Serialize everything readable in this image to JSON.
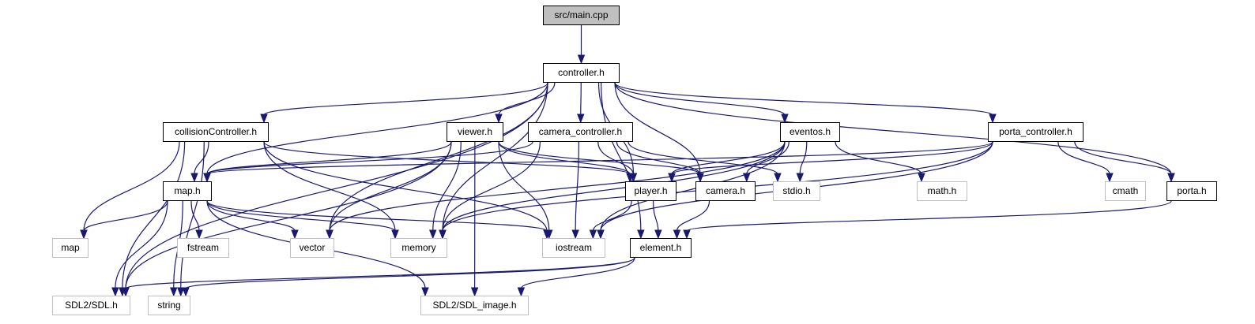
{
  "diagram": {
    "nodes": [
      {
        "id": "main",
        "label": "src/main.cpp",
        "kind": "root"
      },
      {
        "id": "controller",
        "label": "controller.h",
        "kind": "local"
      },
      {
        "id": "collisionController",
        "label": "collisionController.h",
        "kind": "local"
      },
      {
        "id": "viewer",
        "label": "viewer.h",
        "kind": "local"
      },
      {
        "id": "camera_controller",
        "label": "camera_controller.h",
        "kind": "local"
      },
      {
        "id": "eventos",
        "label": "eventos.h",
        "kind": "local"
      },
      {
        "id": "porta_controller",
        "label": "porta_controller.h",
        "kind": "local"
      },
      {
        "id": "map_h",
        "label": "map.h",
        "kind": "local"
      },
      {
        "id": "player",
        "label": "player.h",
        "kind": "local"
      },
      {
        "id": "camera",
        "label": "camera.h",
        "kind": "local"
      },
      {
        "id": "stdio",
        "label": "stdio.h",
        "kind": "system"
      },
      {
        "id": "math",
        "label": "math.h",
        "kind": "system"
      },
      {
        "id": "cmath",
        "label": "cmath",
        "kind": "system"
      },
      {
        "id": "porta",
        "label": "porta.h",
        "kind": "local"
      },
      {
        "id": "map",
        "label": "map",
        "kind": "system"
      },
      {
        "id": "fstream",
        "label": "fstream",
        "kind": "system"
      },
      {
        "id": "vector",
        "label": "vector",
        "kind": "system"
      },
      {
        "id": "memory",
        "label": "memory",
        "kind": "system"
      },
      {
        "id": "iostream",
        "label": "iostream",
        "kind": "system"
      },
      {
        "id": "element",
        "label": "element.h",
        "kind": "local"
      },
      {
        "id": "sdl",
        "label": "SDL2/SDL.h",
        "kind": "system"
      },
      {
        "id": "string",
        "label": "string",
        "kind": "system"
      },
      {
        "id": "sdl_image",
        "label": "SDL2/SDL_image.h",
        "kind": "system"
      }
    ],
    "edges": [
      [
        "main",
        "controller"
      ],
      [
        "controller",
        "collisionController"
      ],
      [
        "controller",
        "viewer"
      ],
      [
        "controller",
        "camera_controller"
      ],
      [
        "controller",
        "eventos"
      ],
      [
        "controller",
        "porta_controller"
      ],
      [
        "controller",
        "map_h"
      ],
      [
        "controller",
        "player"
      ],
      [
        "controller",
        "camera"
      ],
      [
        "controller",
        "porta"
      ],
      [
        "controller",
        "sdl"
      ],
      [
        "controller",
        "vector"
      ],
      [
        "controller",
        "memory"
      ],
      [
        "controller",
        "element"
      ],
      [
        "collisionController",
        "map_h"
      ],
      [
        "collisionController",
        "player"
      ],
      [
        "collisionController",
        "map"
      ],
      [
        "collisionController",
        "memory"
      ],
      [
        "collisionController",
        "iostream"
      ],
      [
        "collisionController",
        "sdl"
      ],
      [
        "collisionController",
        "string"
      ],
      [
        "viewer",
        "map_h"
      ],
      [
        "viewer",
        "player"
      ],
      [
        "viewer",
        "camera"
      ],
      [
        "viewer",
        "vector"
      ],
      [
        "viewer",
        "memory"
      ],
      [
        "viewer",
        "iostream"
      ],
      [
        "viewer",
        "sdl"
      ],
      [
        "viewer",
        "sdl_image"
      ],
      [
        "camera_controller",
        "map_h"
      ],
      [
        "camera_controller",
        "player"
      ],
      [
        "camera_controller",
        "camera"
      ],
      [
        "camera_controller",
        "stdio"
      ],
      [
        "camera_controller",
        "memory"
      ],
      [
        "camera_controller",
        "iostream"
      ],
      [
        "eventos",
        "player"
      ],
      [
        "eventos",
        "camera"
      ],
      [
        "eventos",
        "stdio"
      ],
      [
        "eventos",
        "math"
      ],
      [
        "eventos",
        "memory"
      ],
      [
        "eventos",
        "vector"
      ],
      [
        "eventos",
        "iostream"
      ],
      [
        "porta_controller",
        "map_h"
      ],
      [
        "porta_controller",
        "player"
      ],
      [
        "porta_controller",
        "cmath"
      ],
      [
        "porta_controller",
        "porta"
      ],
      [
        "porta_controller",
        "memory"
      ],
      [
        "porta_controller",
        "iostream"
      ],
      [
        "map_h",
        "map"
      ],
      [
        "map_h",
        "fstream"
      ],
      [
        "map_h",
        "vector"
      ],
      [
        "map_h",
        "memory"
      ],
      [
        "map_h",
        "iostream"
      ],
      [
        "map_h",
        "sdl"
      ],
      [
        "map_h",
        "string"
      ],
      [
        "map_h",
        "sdl_image"
      ],
      [
        "player",
        "element"
      ],
      [
        "player",
        "iostream"
      ],
      [
        "camera",
        "element"
      ],
      [
        "porta",
        "element"
      ],
      [
        "element",
        "sdl"
      ],
      [
        "element",
        "string"
      ],
      [
        "element",
        "sdl_image"
      ]
    ],
    "colors": {
      "edge": "#191970",
      "root_fill": "#bfbfbf",
      "local_border": "#000000",
      "system_border": "#bfbfbf"
    }
  }
}
